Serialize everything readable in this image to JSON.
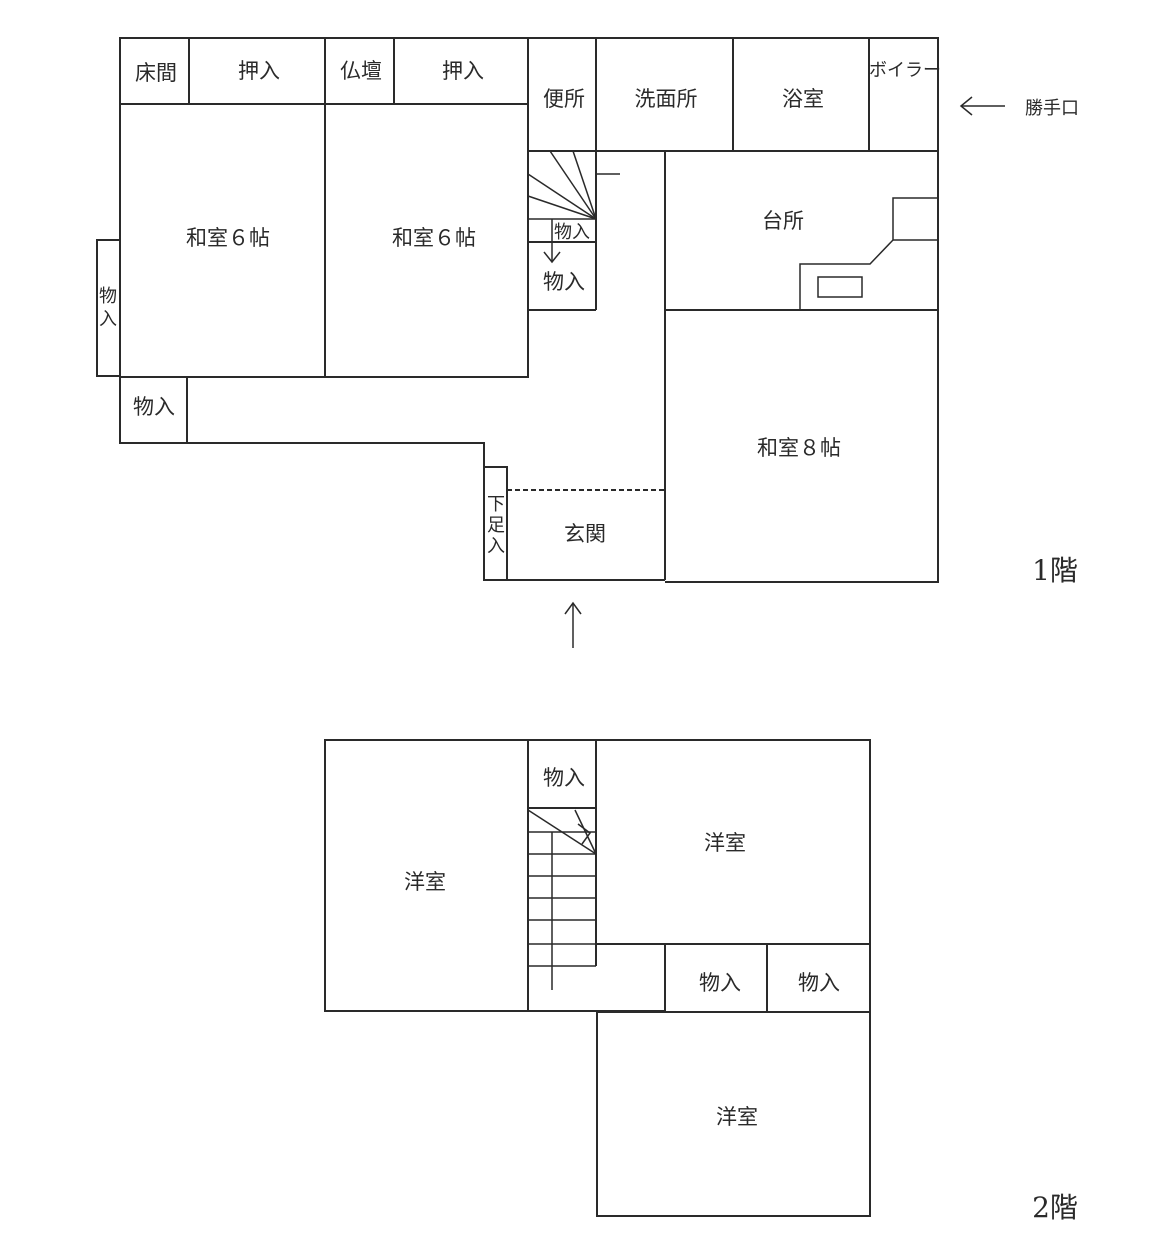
{
  "floor1": {
    "label": "1階",
    "rooms": {
      "tokonoma": "床間",
      "oshiire_a": "押入",
      "butsudan": "仏壇",
      "oshiire_b": "押入",
      "toilet": "便所",
      "washroom": "洗面所",
      "bathroom": "浴室",
      "boiler": "ボイラー",
      "washitsu6_left": "和室６帖",
      "washitsu6_right": "和室６帖",
      "stair_storage_top": "物入",
      "stair_storage": "物入",
      "side_storage_char1": "物",
      "side_storage_char2": "入",
      "storage_lower": "物入",
      "kitchen": "台所",
      "washitsu8": "和室８帖",
      "shoe_box_char1": "下",
      "shoe_box_char2": "足",
      "shoe_box_char3": "入",
      "entrance": "玄関"
    },
    "back_door": "勝手口"
  },
  "floor2": {
    "label": "2階",
    "rooms": {
      "western_left": "洋室",
      "storage_top": "物入",
      "western_right": "洋室",
      "storage_a": "物入",
      "storage_b": "物入",
      "western_bottom": "洋室"
    }
  }
}
